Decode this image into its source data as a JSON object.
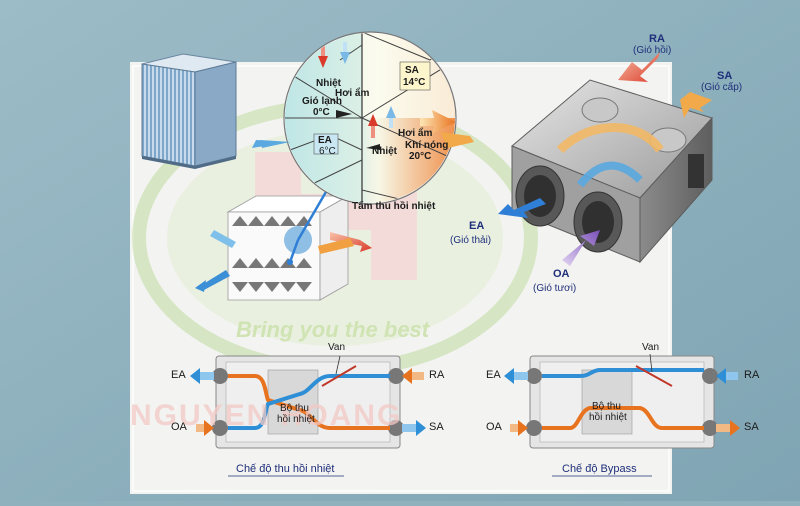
{
  "watermark": {
    "slogan": "Bring you the best",
    "company": "NGUYEN HOANG"
  },
  "magnified_view": {
    "heat": "Nhiệt",
    "humidity": "Hơi ẩm",
    "cold_air": "Gió lạnh",
    "cold_temp": "0°C",
    "sa": "SA",
    "sa_temp": "14°C",
    "ea": "EA",
    "ea_temp": "6°C",
    "humidity2": "Hơi ẩm",
    "heat2": "Nhiệt",
    "hot_air": "Khí nóng",
    "hot_temp": "20°C",
    "plate_label": "Tấm thu hồi nhiệt"
  },
  "unit_labels": {
    "ra": "RA",
    "ra_desc": "(Gió hồi)",
    "sa": "SA",
    "sa_desc": "(Gió cấp)",
    "ea": "EA",
    "ea_desc": "(Gió thải)",
    "oa": "OA",
    "oa_desc": "(Gió tươi)"
  },
  "mode_recovery": {
    "ea": "EA",
    "oa": "OA",
    "ra": "RA",
    "sa": "SA",
    "valve": "Van",
    "core_line1": "Bộ thu",
    "core_line2": "hồi nhiệt",
    "caption": "Chế độ thu hồi nhiệt"
  },
  "mode_bypass": {
    "ea": "EA",
    "oa": "OA",
    "ra": "RA",
    "sa": "SA",
    "valve": "Van",
    "core_line1": "Bộ thu",
    "core_line2": "hồi nhiệt",
    "caption": "Chế độ Bypass"
  },
  "colors": {
    "background": "#8fb0bd",
    "panel": "#f3f3f1",
    "warm_flow": "#e8731e",
    "cool_flow": "#2f8fd6",
    "logo_green": "#cfe3b3",
    "logo_red": "#f2c9c4",
    "label_navy": "#1f2f7a"
  }
}
